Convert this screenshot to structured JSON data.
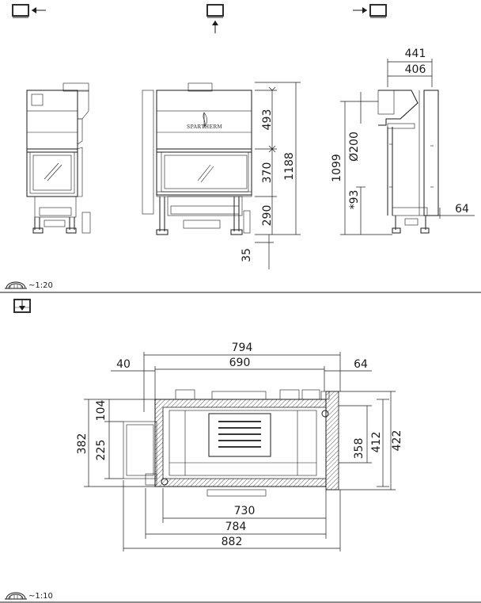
{
  "front_view": {
    "dims": {
      "width_top1": "441",
      "width_top2": "406",
      "h_493": "493",
      "h_370": "370",
      "h_290": "290",
      "h_1188": "1188",
      "h_35": "35",
      "h_1099": "1099",
      "d_200": "Ø200",
      "h_93": "*93",
      "w_64": "64"
    },
    "brand_text": "SPARTHERM",
    "scale": "~1:20"
  },
  "plan_view": {
    "dims": {
      "w_794": "794",
      "w_690": "690",
      "w_40": "40",
      "w_64": "64",
      "h_104": "104",
      "h_382": "382",
      "h_225": "225",
      "h_358": "358",
      "h_412": "412",
      "h_422": "422",
      "w_730": "730",
      "w_784": "784",
      "w_882": "882"
    },
    "scale": "~1:10"
  },
  "icons": [
    "view-left-icon",
    "view-front-icon",
    "view-right-icon",
    "view-top-icon",
    "scale-icon"
  ]
}
